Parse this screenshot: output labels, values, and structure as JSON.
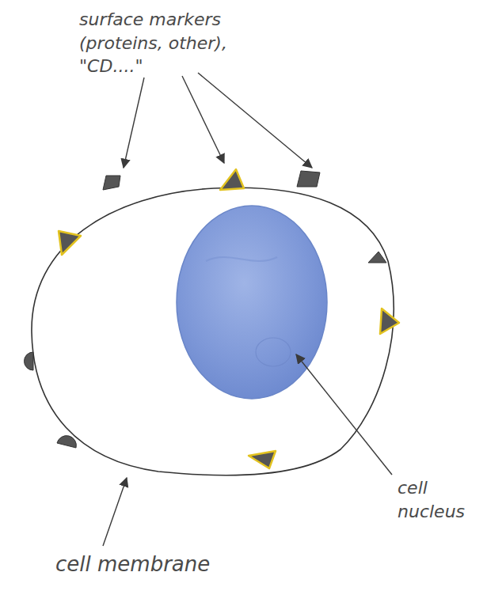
{
  "diagram": {
    "labels": [
      "surface markers (proteins, other), \"CD....\"",
      "cell nucleus",
      "cell membrane"
    ]
  }
}
